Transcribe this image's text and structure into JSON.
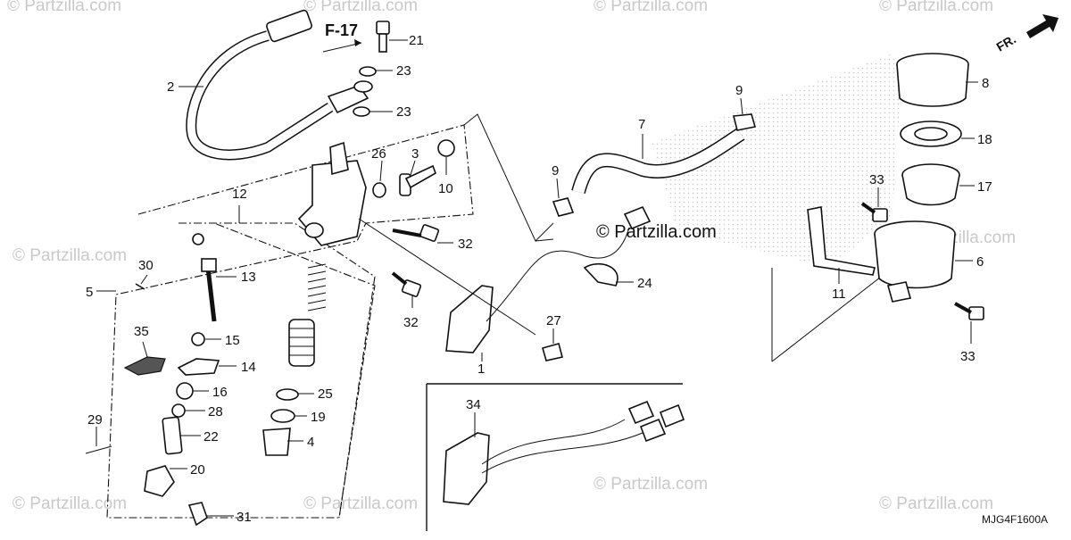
{
  "watermark": "© Partzilla.com",
  "watermark_center": "© Partzilla.com",
  "reference_label": "F-17",
  "front_label": "FR.",
  "diagram_code": "MJG4F1600A",
  "callouts": {
    "c1": "1",
    "c2": "2",
    "c3": "3",
    "c4": "4",
    "c5": "5",
    "c6": "6",
    "c7": "7",
    "c8": "8",
    "c9a": "9",
    "c9b": "9",
    "c10": "10",
    "c11": "11",
    "c12": "12",
    "c13": "13",
    "c14": "14",
    "c15": "15",
    "c16": "16",
    "c17": "17",
    "c18": "18",
    "c19": "19",
    "c20": "20",
    "c21": "21",
    "c22": "22",
    "c23a": "23",
    "c23b": "23",
    "c24": "24",
    "c25": "25",
    "c26": "26",
    "c27": "27",
    "c28": "28",
    "c29": "29",
    "c30": "30",
    "c31": "31",
    "c32a": "32",
    "c32b": "32",
    "c33a": "33",
    "c33b": "33",
    "c34": "34",
    "c35": "35"
  }
}
